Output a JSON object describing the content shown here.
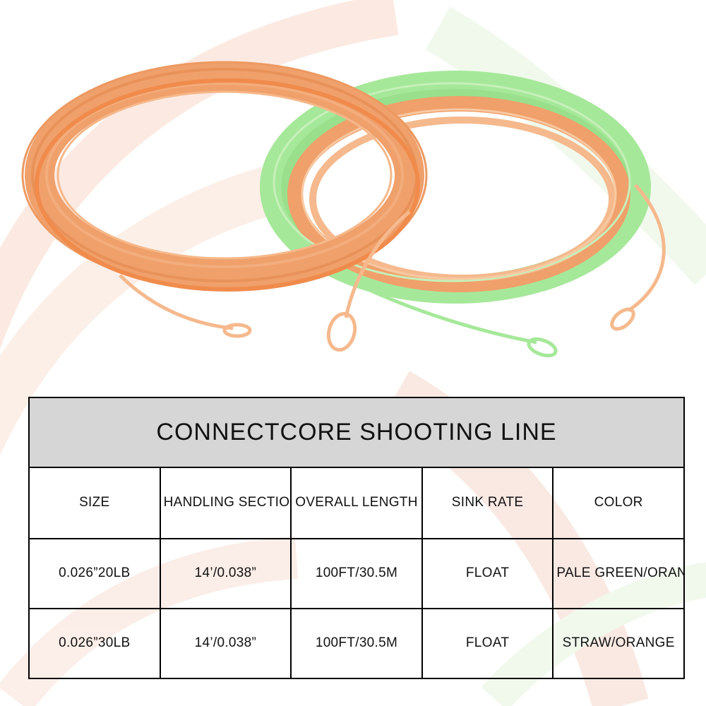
{
  "product": {
    "title": "CONNECTCORE SHOOTING LINE",
    "image_alt": "two coils of fly fishing shooting line"
  },
  "table": {
    "headers": [
      "SIZE",
      "HANDLING SECTION",
      "OVERALL LENGTH",
      "SINK RATE",
      "COLOR"
    ],
    "rows": [
      [
        "0.026”20LB",
        "14’/0.038”",
        "100FT/30.5M",
        "FLOAT",
        "PALE GREEN/ORANGE"
      ],
      [
        "0.026”30LB",
        "14’/0.038”",
        "100FT/30.5M",
        "FLOAT",
        "STRAW/ORANGE"
      ]
    ]
  },
  "colors": {
    "line_orange": "#f0a06b",
    "line_pale_orange": "#f5b98d",
    "line_green": "#a6e89a",
    "title_bg": "#d6d6d6",
    "border": "#000000"
  }
}
